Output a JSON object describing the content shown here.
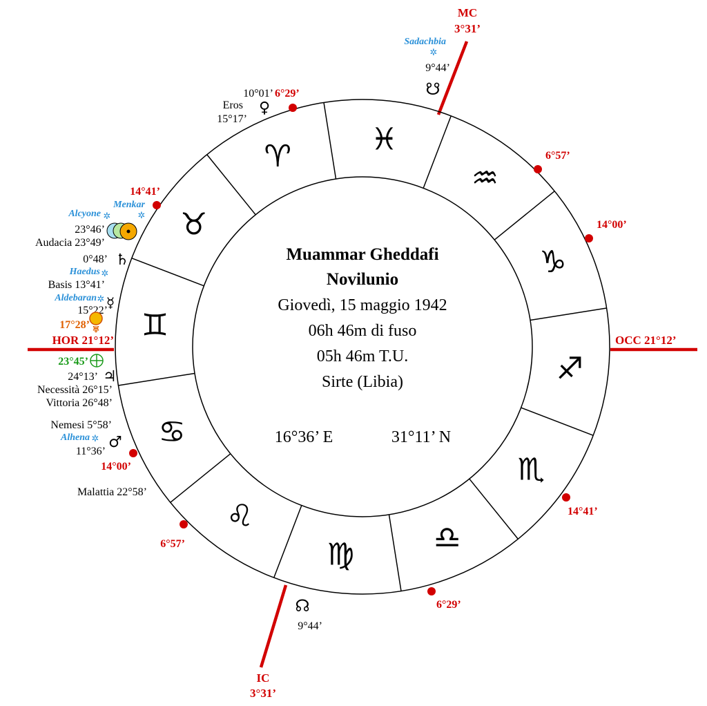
{
  "title": {
    "name": "Muammar Gheddafi",
    "event": "Novilunio",
    "date": "Giovedì, 15 maggio 1942",
    "local_time": "06h 46m di fuso",
    "ut_time": "05h 46m T.U.",
    "place": "Sirte (Libia)",
    "longitude": "16°36’ E",
    "latitude": "31°11’ N"
  },
  "angles": {
    "mc_label": "MC",
    "mc_value": "3°31’",
    "ic_label": "IC",
    "ic_value": "3°31’",
    "hor_label": "HOR 21°12’",
    "occ_label": "OCC 21°12’",
    "color": "#d20000"
  },
  "cusps": {
    "c1": "6°29’",
    "c2": "6°57’",
    "c3": "14°00’",
    "c4": "14°41’",
    "c5": "14°00’",
    "c6": "6°57’",
    "c7": "6°29’",
    "c8": "14°41’"
  },
  "signs": [
    {
      "name": "pisces-icon",
      "glyph": "♓"
    },
    {
      "name": "aquarius-icon",
      "glyph": "♒"
    },
    {
      "name": "capricorn-icon",
      "glyph": "♑"
    },
    {
      "name": "sagittarius-icon",
      "glyph": "♐"
    },
    {
      "name": "scorpio-icon",
      "glyph": "♏"
    },
    {
      "name": "libra-icon",
      "glyph": "♎"
    },
    {
      "name": "virgo-icon",
      "glyph": "♍"
    },
    {
      "name": "leo-icon",
      "glyph": "♌"
    },
    {
      "name": "cancer-icon",
      "glyph": "♋"
    },
    {
      "name": "gemini-icon",
      "glyph": "♊"
    },
    {
      "name": "taurus-icon",
      "glyph": "♉"
    },
    {
      "name": "aries-icon",
      "glyph": "♈"
    }
  ],
  "points": {
    "sadachbia": "Sadachbia",
    "south_node": "9°44’",
    "north_node": "9°44’",
    "venus": "10°01’",
    "eros_label": "Eros",
    "eros": "15°17’",
    "menkar": "Menkar",
    "alcyone": "Alcyone",
    "sun_moon": "23°46’",
    "audacia": "Audacia 23°49’",
    "saturn": "0°48’",
    "haedus": "Haedus",
    "basis": "Basis 13°41’",
    "aldebaran": "Aldebaran",
    "mercury": "15°22’",
    "uranus": "17°28’",
    "fortuna": "23°45’",
    "jupiter": "24°13’",
    "necessita": "Necessità 26°15’",
    "vittoria": "Vittoria 26°48’",
    "nemesi": "Nemesi 5°58’",
    "alhena": "Alhena",
    "mars": "11°36’",
    "malattia": "Malattia  22°58’"
  },
  "colors": {
    "accent_red": "#d20000",
    "star_blue": "#2a90d8",
    "uranus_orange": "#e06000",
    "fortuna_green": "#1a9a1a"
  }
}
